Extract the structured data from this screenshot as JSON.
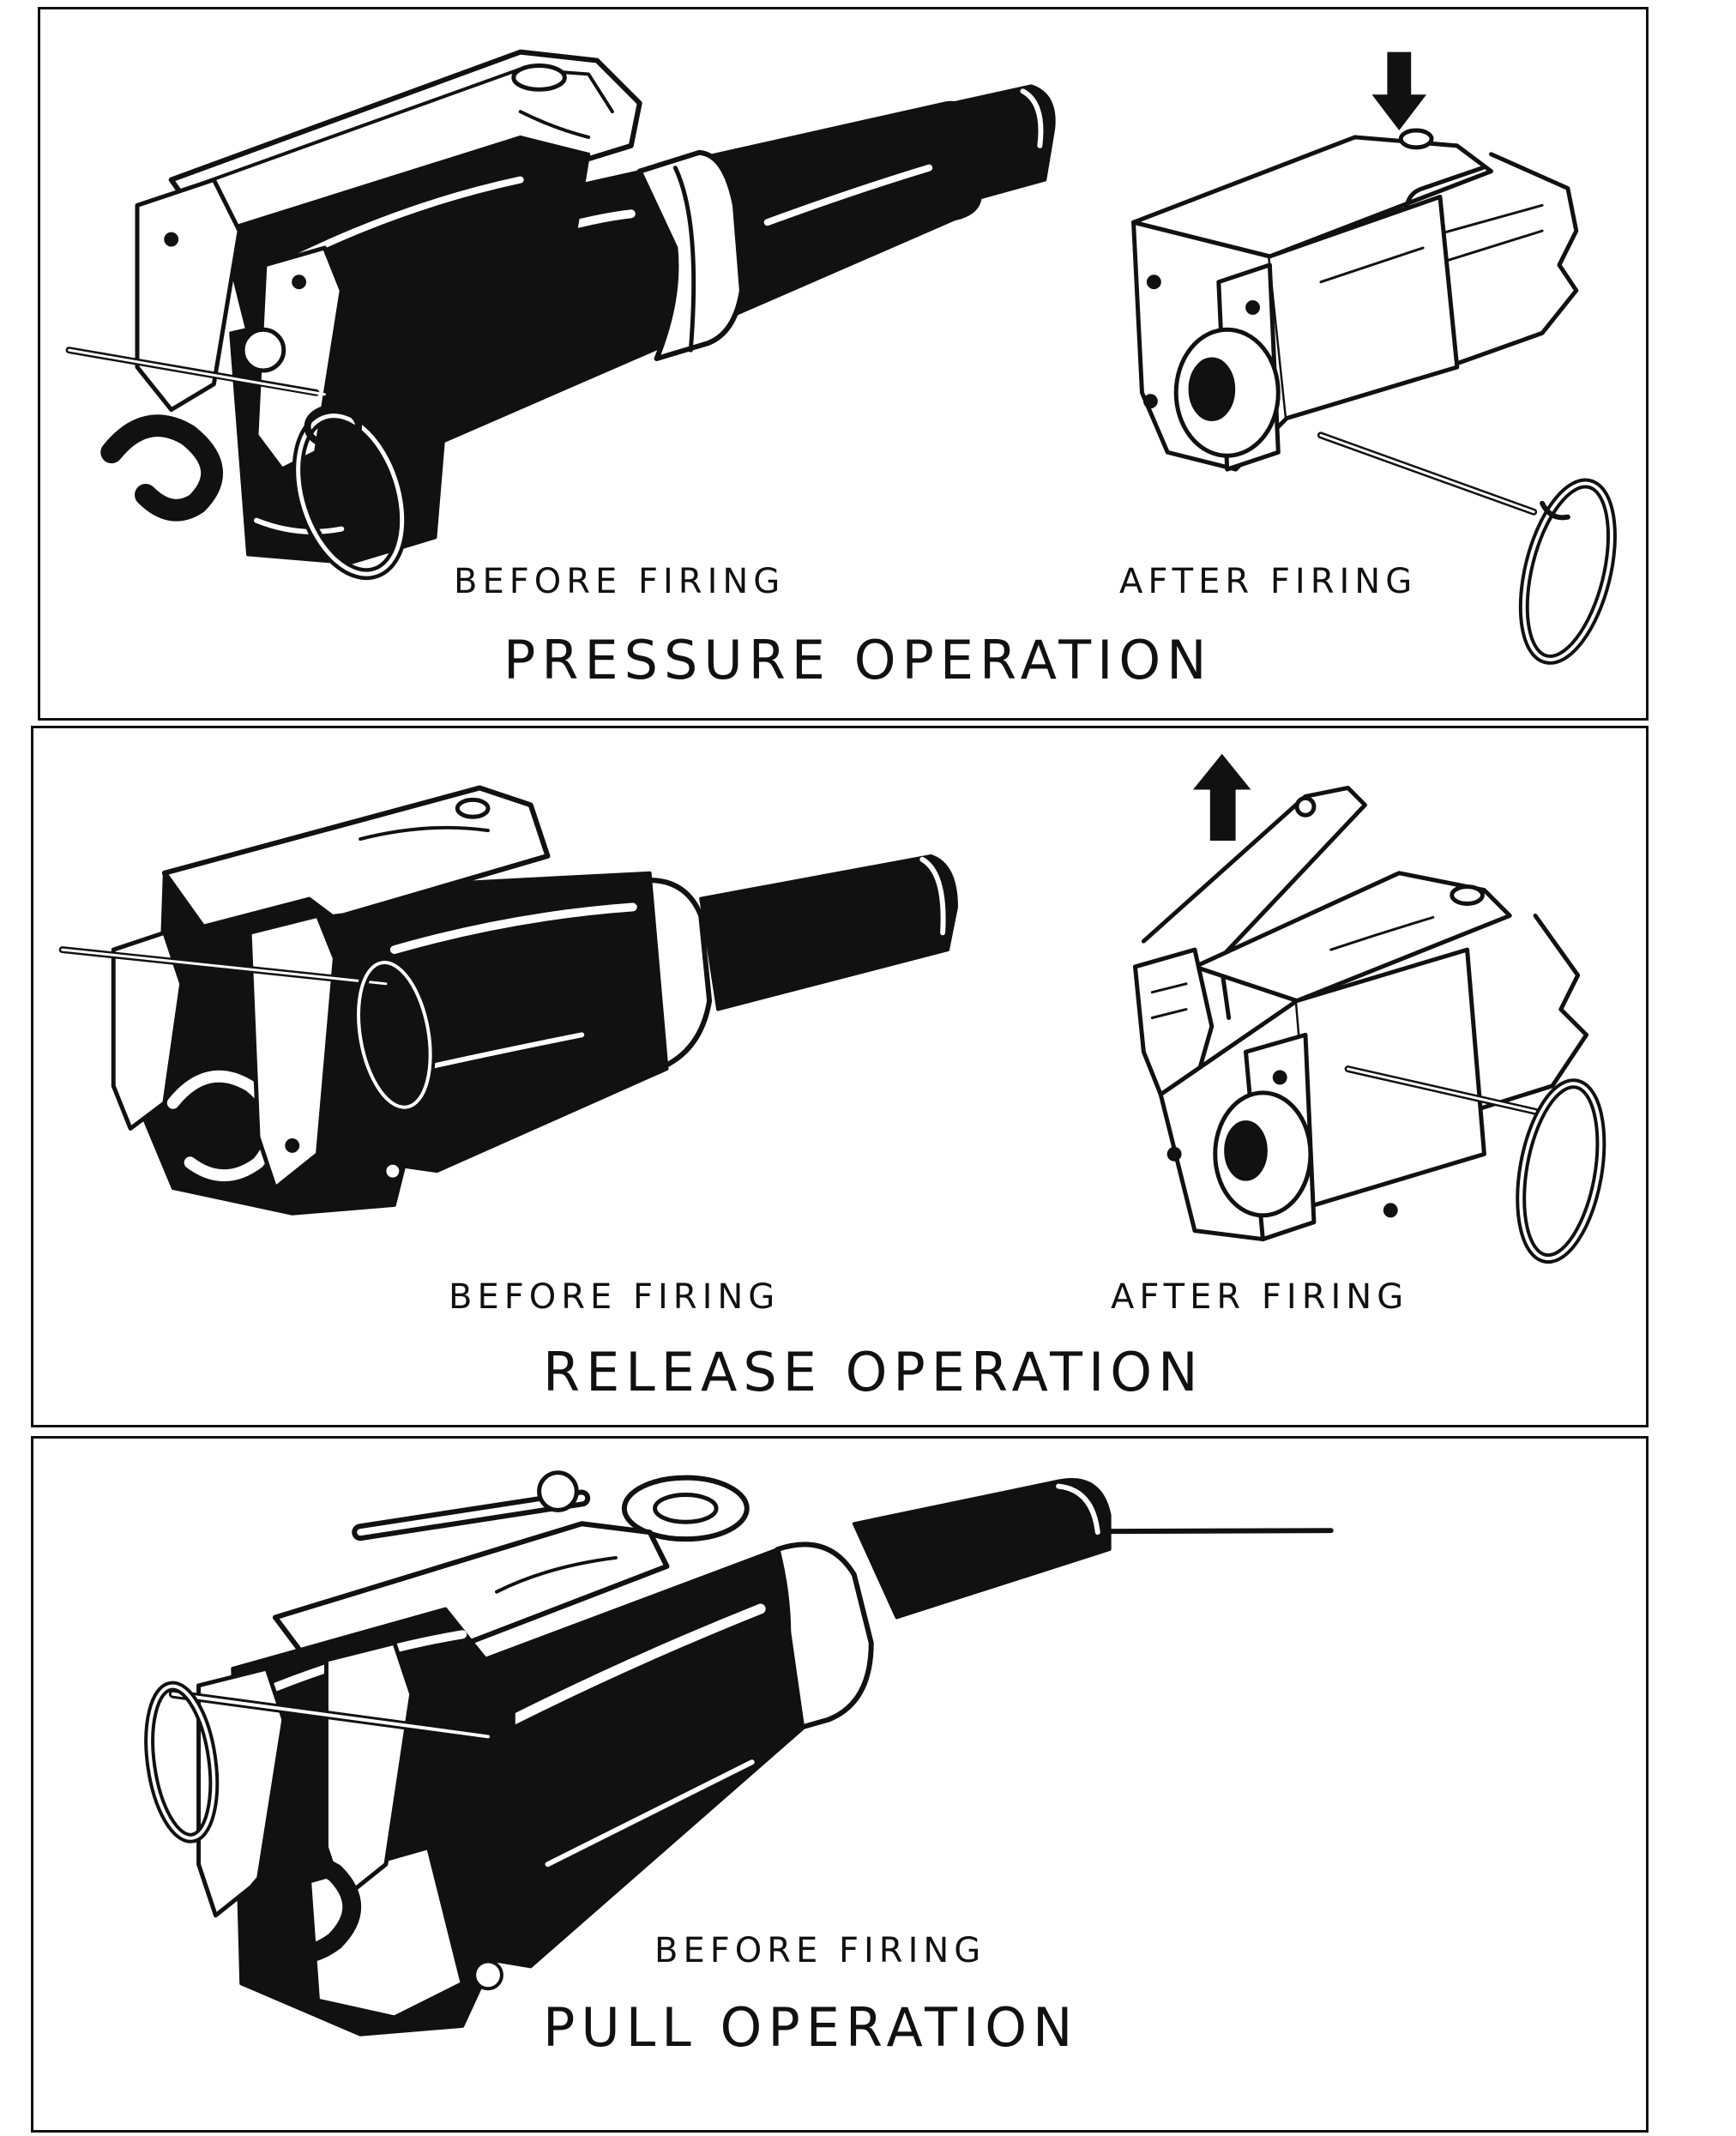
{
  "panels": [
    {
      "before_label": "BEFORE FIRING",
      "after_label": "AFTER FIRING",
      "title": "PRESSURE OPERATION",
      "arrow_icon": "arrow-down-icon"
    },
    {
      "before_label": "BEFORE FIRING",
      "after_label": "AFTER FIRING",
      "title": "RELEASE OPERATION",
      "arrow_icon": "arrow-up-icon"
    },
    {
      "before_label": "BEFORE FIRING",
      "title": "PULL OPERATION"
    }
  ],
  "colors": {
    "ink": "#111111",
    "paper": "#ffffff"
  }
}
